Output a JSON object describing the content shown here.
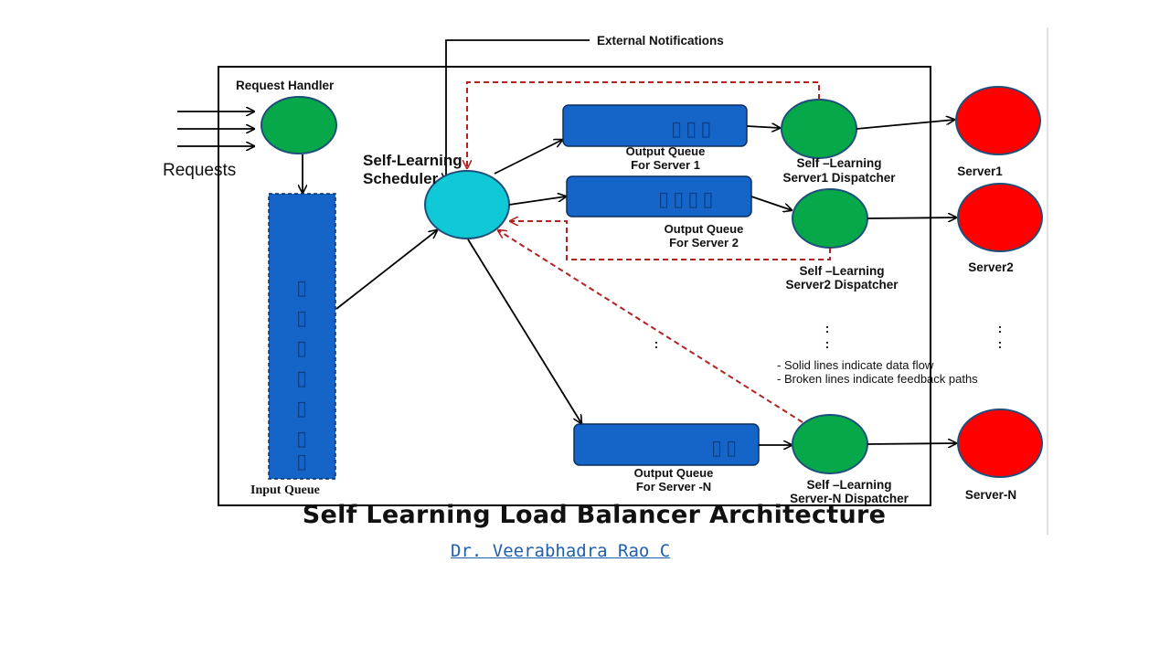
{
  "diagram": {
    "external_notifications": "External Notifications",
    "request_handler": "Request Handler",
    "requests": "Requests",
    "scheduler": [
      "Self-Learning",
      "Scheduler"
    ],
    "input_queue": "Input Queue",
    "output_queues": [
      {
        "line1": "Output Queue",
        "line2": "For Server 1"
      },
      {
        "line1": "Output Queue",
        "line2": "For Server 2"
      },
      {
        "line1": "Output Queue",
        "line2": "For Server -N"
      }
    ],
    "dispatchers": [
      {
        "line1": "Self –Learning",
        "line2": "Server1  Dispatcher"
      },
      {
        "line1": "Self –Learning",
        "line2": "Server2  Dispatcher"
      },
      {
        "line1": "Self –Learning",
        "line2": "Server-N  Dispatcher"
      }
    ],
    "servers": [
      "Server1",
      "Server2",
      "Server-N"
    ],
    "ellipsis": ":",
    "legend": [
      "- Solid lines indicate data flow",
      "- Broken lines indicate feedback paths"
    ],
    "colors": {
      "queue": "#1565c8",
      "handler": "#07a84a",
      "scheduler": "#0fcad6",
      "server": "#ff0000",
      "feedback": "#b22222"
    }
  },
  "title": "Self Learning Load Balancer Architecture",
  "author": "Dr. Veerabhadra Rao C"
}
